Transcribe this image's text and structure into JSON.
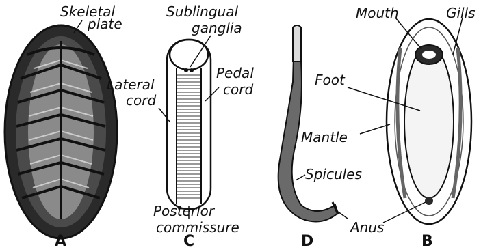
{
  "labels": {
    "skeletal_plate_1": "Skeletal",
    "skeletal_plate_2": "plate",
    "sublingual_1": "Sublingual",
    "sublingual_2": "ganglia",
    "lateral_1": "Lateral",
    "lateral_2": "cord",
    "pedal_1": "Pedal",
    "pedal_2": "cord",
    "posterior_1": "Posterior",
    "posterior_2": "commissure",
    "spicules": "Spicules",
    "mouth": "Mouth",
    "gills": "Gills",
    "foot": "Foot",
    "mantle": "Mantle",
    "anus": "Anus"
  },
  "panels": {
    "a": "A",
    "c": "C",
    "d": "D",
    "b": "B"
  }
}
